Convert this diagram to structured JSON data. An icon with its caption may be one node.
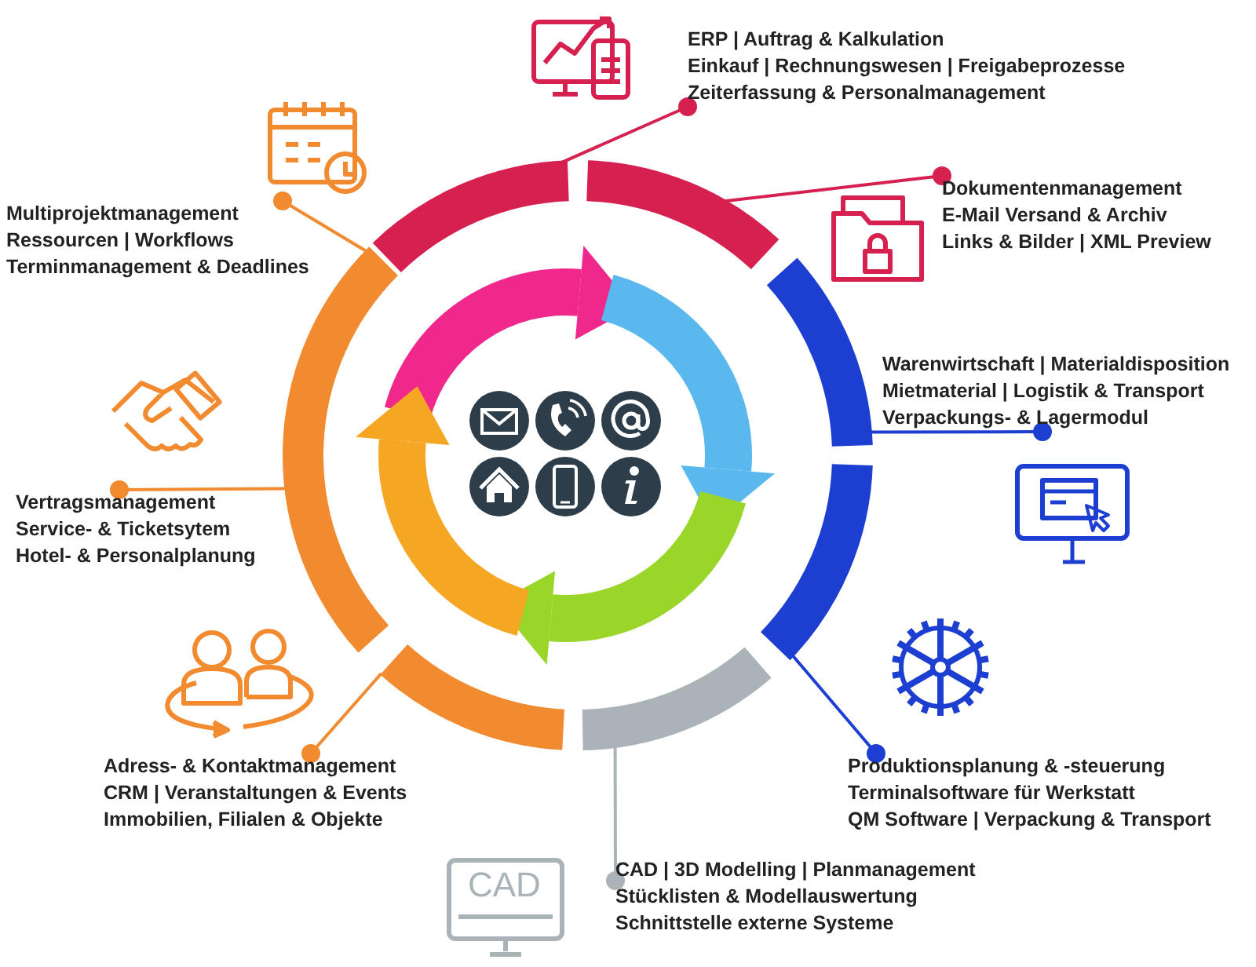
{
  "diagram": {
    "nodes": [
      {
        "text": [
          "ERP | Auftrag & Kalkulation",
          "Einkauf | Rechnungswesen | Freigabeprozesse",
          "Zeiterfassung & Personalmanagement"
        ]
      },
      {
        "text": [
          "Dokumentenmanagement",
          "E-Mail Versand & Archiv",
          "Links & Bilder | XML Preview"
        ]
      },
      {
        "text": [
          "Multiprojektmanagement",
          "Ressourcen | Workflows",
          "Terminmanagement & Deadlines"
        ]
      },
      {
        "text": [
          "Warenwirtschaft | Materialdisposition",
          "Mietmaterial | Logistik & Transport",
          "Verpackungs- & Lagermodul"
        ]
      },
      {
        "text": [
          "Vertragsmanagement",
          "Service- & Ticketsytem",
          "Hotel- & Personalplanung"
        ]
      },
      {
        "text": [
          "Adress- & Kontaktmanagement",
          "CRM | Veranstaltungen & Events",
          "Immobilien, Filialen & Objekte"
        ]
      },
      {
        "text": [
          "Produktionsplanung & -steuerung",
          "Terminalsoftware für Werkstatt",
          "QM Software | Verpackung & Transport"
        ]
      },
      {
        "text": [
          "CAD | 3D Modelling | Planmanagement",
          "Stücklisten & Modellauswertung",
          "Schnittstelle externe Systeme"
        ]
      },
      {
        "text": [],
        "shape": "arc"
      },
      {
        "text": [],
        "shape": "arc"
      },
      {
        "text": [],
        "shape": "arc"
      },
      {
        "text": [],
        "shape": "arc"
      },
      {
        "text": [],
        "shape": "arc"
      },
      {
        "text": [],
        "shape": "arc"
      },
      {
        "text": [],
        "shape": "arc"
      }
    ],
    "edges": [
      {
        "from": 0,
        "to": 8,
        "arrow": "other",
        "color": "#d6204f"
      },
      {
        "from": 1,
        "to": 9,
        "arrow": "other",
        "color": "#d6204f"
      },
      {
        "from": 2,
        "to": 14,
        "arrow": "other",
        "color": "#f28a30"
      },
      {
        "from": 3,
        "to": 10,
        "arrow": "other",
        "color": "#1c3fd1"
      },
      {
        "from": 4,
        "to": 14,
        "arrow": "other",
        "color": "#f28a30"
      },
      {
        "from": 5,
        "to": 13,
        "arrow": "other",
        "color": "#f28a30"
      },
      {
        "from": 6,
        "to": 11,
        "arrow": "other",
        "color": "#1c3fd1"
      },
      {
        "from": 7,
        "to": 12,
        "arrow": "other",
        "color": "#aab4b8"
      }
    ],
    "labels": [
      "CAD"
    ]
  }
}
